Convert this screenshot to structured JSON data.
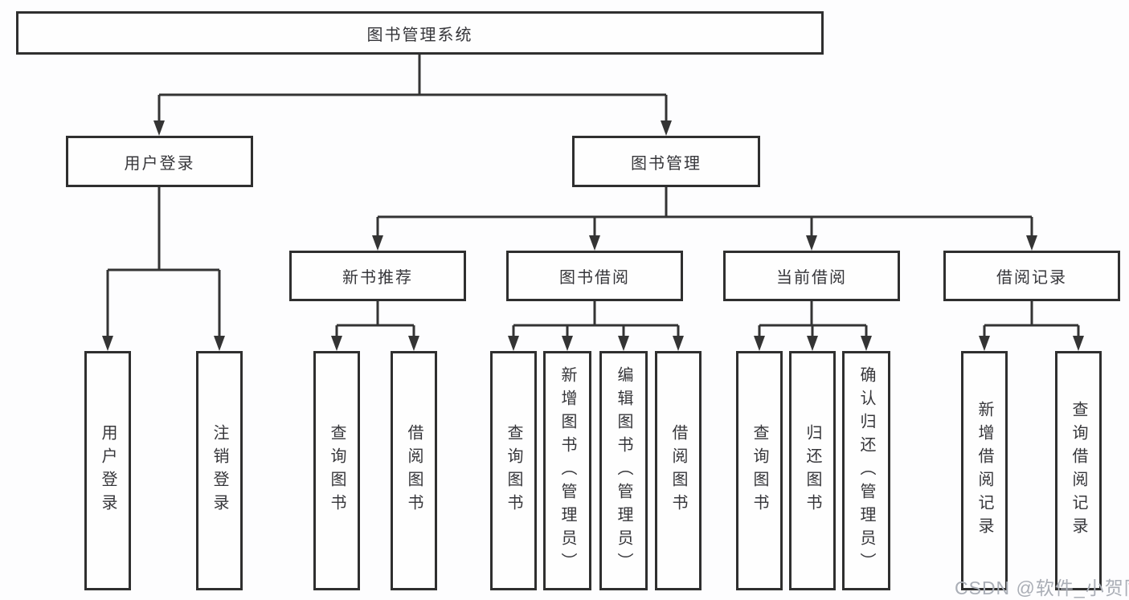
{
  "colors": {
    "line": "#343434",
    "box_border": "#2f2f2f",
    "box_fill": "#fefefe",
    "text": "#36363a",
    "watermark": "#aaaeb6",
    "background": "#fdfdfe"
  },
  "tree": {
    "root": {
      "label": "图书管理系统"
    },
    "branches": [
      {
        "label": "用户登录",
        "leaves": [
          "用户登录",
          "注销登录"
        ]
      },
      {
        "label": "图书管理",
        "groups": [
          {
            "label": "新书推荐",
            "leaves": [
              "查询图书",
              "借阅图书"
            ]
          },
          {
            "label": "图书借阅",
            "leaves": [
              "查询图书",
              "新增图书（管理员）",
              "编辑图书（管理员）",
              "借阅图书"
            ]
          },
          {
            "label": "当前借阅",
            "leaves": [
              "查询图书",
              "归还图书",
              "确认归还（管理员）"
            ]
          },
          {
            "label": "借阅记录",
            "leaves": [
              "新增借阅记录",
              "查询借阅记录"
            ]
          }
        ]
      }
    ]
  },
  "watermark": {
    "text": "CSDN @软件_小贺同学"
  }
}
